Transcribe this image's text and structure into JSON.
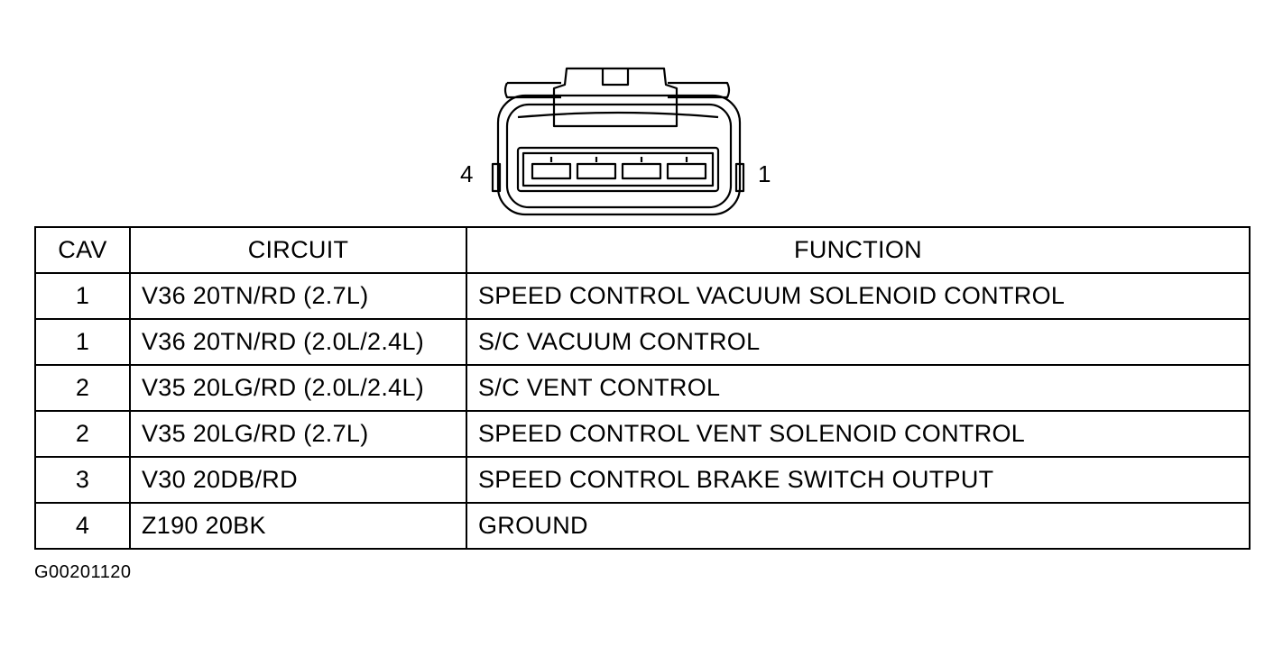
{
  "connector": {
    "pin_left_label": "4",
    "pin_right_label": "1"
  },
  "table": {
    "headers": {
      "cav": "CAV",
      "circuit": "CIRCUIT",
      "function": "FUNCTION"
    },
    "rows": [
      {
        "cav": "1",
        "circuit": "V36 20TN/RD (2.7L)",
        "function": "SPEED CONTROL VACUUM SOLENOID CONTROL"
      },
      {
        "cav": "1",
        "circuit": "V36 20TN/RD (2.0L/2.4L)",
        "function": "S/C VACUUM CONTROL"
      },
      {
        "cav": "2",
        "circuit": "V35 20LG/RD (2.0L/2.4L)",
        "function": "S/C VENT CONTROL"
      },
      {
        "cav": "2",
        "circuit": "V35 20LG/RD (2.7L)",
        "function": "SPEED CONTROL VENT SOLENOID CONTROL"
      },
      {
        "cav": "3",
        "circuit": "V30 20DB/RD",
        "function": "SPEED CONTROL BRAKE SWITCH OUTPUT"
      },
      {
        "cav": "4",
        "circuit": "Z190 20BK",
        "function": "GROUND"
      }
    ]
  },
  "figure_id": "G00201120"
}
